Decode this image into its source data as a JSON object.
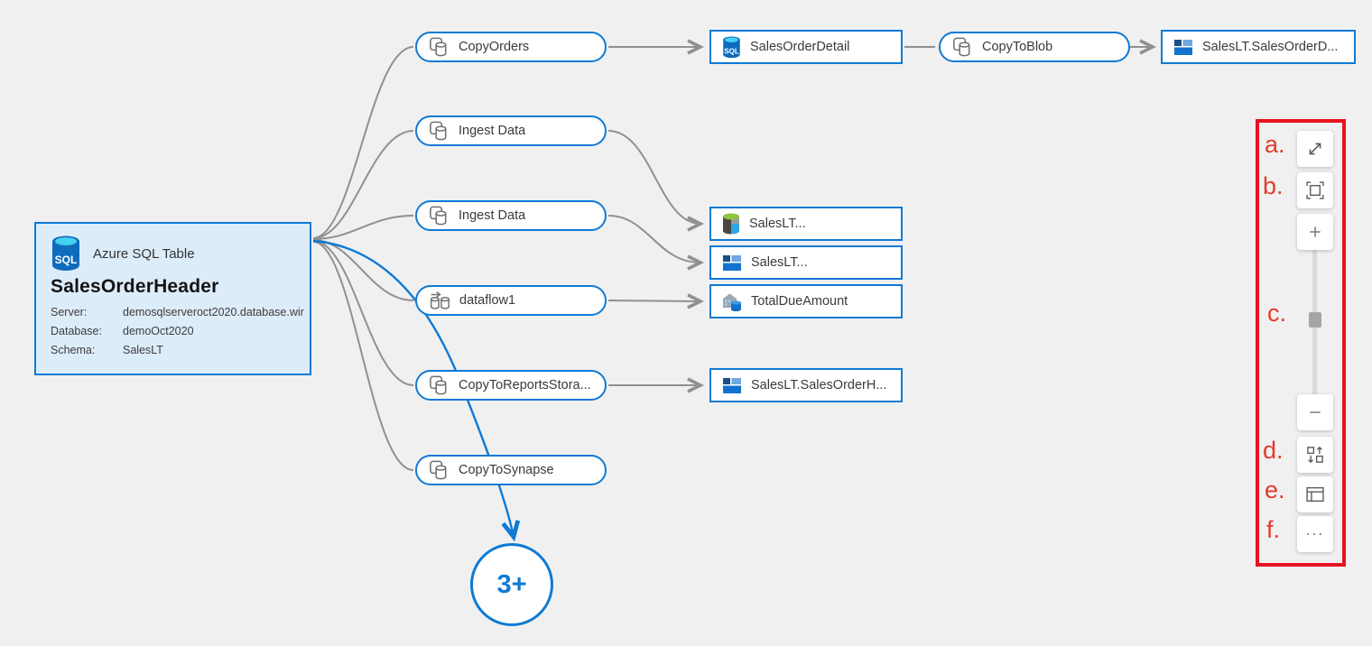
{
  "diagram": {
    "source": {
      "type_label": "Azure SQL Table",
      "title": "SalesOrderHeader",
      "properties": [
        {
          "label": "Server:",
          "value": "demosqlserveroct2020.database.wir"
        },
        {
          "label": "Database:",
          "value": "demoOct2020"
        },
        {
          "label": "Schema:",
          "value": "SalesLT"
        }
      ]
    },
    "pipelines": [
      {
        "label": "CopyOrders",
        "icon": "copy-activity-icon"
      },
      {
        "label": "Ingest Data",
        "icon": "copy-activity-icon"
      },
      {
        "label": "Ingest Data",
        "icon": "copy-activity-icon"
      },
      {
        "label": "dataflow1",
        "icon": "dataflow-icon"
      },
      {
        "label": "CopyToReportsStora...",
        "icon": "copy-activity-icon"
      },
      {
        "label": "CopyToSynapse",
        "icon": "copy-activity-icon"
      },
      {
        "label": "CopyToBlob",
        "icon": "copy-activity-icon"
      }
    ],
    "datasets": [
      {
        "label": "SalesOrderDetail",
        "icon": "azure-sql-icon"
      },
      {
        "label": "SalesLT.SalesOrderD...",
        "icon": "blob-table-icon"
      },
      {
        "label": "SalesLT...",
        "icon": "data-lake-icon"
      },
      {
        "label": "SalesLT...",
        "icon": "blob-table-icon"
      },
      {
        "label": "TotalDueAmount",
        "icon": "synapse-table-icon"
      },
      {
        "label": "SalesLT.SalesOrderH...",
        "icon": "blob-table-icon"
      }
    ],
    "overflow_node": {
      "label": "3+"
    }
  },
  "zoom_toolbar": {
    "buttons": [
      {
        "icon": "expand-icon"
      },
      {
        "icon": "fit-to-screen-icon"
      },
      {
        "icon": "plus-icon"
      },
      {
        "icon": "minus-icon"
      },
      {
        "icon": "auto-align-icon"
      },
      {
        "icon": "minimap-icon"
      },
      {
        "icon": "ellipsis-icon"
      }
    ],
    "more_label": "..."
  },
  "annotations": [
    "a.",
    "b.",
    "c.",
    "d.",
    "e.",
    "f."
  ],
  "colors": {
    "background": "#f0f0f0",
    "node_border_blue": "#0e7ad4",
    "source_fill": "#ddecf9",
    "edge_gray": "#909090",
    "edge_blue": "#0e7ad4",
    "annotation_red": "#e53a2b",
    "frame_red": "#e8131f",
    "sql_icon_blue": "#0f6cbd",
    "sql_icon_cyan": "#45d1ef"
  }
}
